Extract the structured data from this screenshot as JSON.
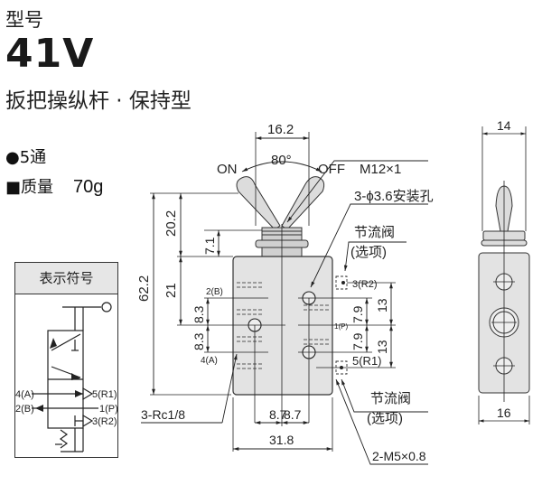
{
  "header": {
    "type_label": "型号",
    "model": "41V",
    "subtitle": "扳把操纵杆 · 保持型"
  },
  "specs": {
    "ports_bullet": "●",
    "ports": "5通",
    "mass_bullet": "■",
    "mass_label": "质量",
    "mass_value": "70g"
  },
  "symbol_panel": {
    "title": "表示符号",
    "ports": {
      "a": "4(A)",
      "b": "2(B)",
      "r1": "5(R1)",
      "p": "1(P)",
      "r2": "3(R2)"
    }
  },
  "front_view": {
    "dims": {
      "lever_span": "16.2",
      "angle": "80°",
      "height_total": "62.2",
      "lever_height": "20.2",
      "nut_height": "7.1",
      "body_upper": "21",
      "port_pitch_1": "8.3",
      "port_pitch_2": "8.3",
      "hole_offset_1": "8.7",
      "hole_offset_2": "8.7",
      "body_width": "31.8",
      "right_pitch_1": "7.9",
      "right_pitch_2": "7.9",
      "right_span_1": "13",
      "right_span_2": "13"
    },
    "labels": {
      "on": "ON",
      "off": "OFF",
      "thread": "M12×1",
      "mount_holes": "3-ϕ3.6安装孔",
      "throttle_top": "节流阀",
      "throttle_top_opt": "(选项)",
      "throttle_bottom": "节流阀",
      "throttle_bottom_opt": "(选项)",
      "port_b": "2(B)",
      "port_a": "4(A)",
      "port_p": "1(P)",
      "port_r2": "3(R2)",
      "port_r1": "5(R1)",
      "rc_ports": "3-Rc1/8",
      "m5_ports": "2-M5×0.8"
    }
  },
  "side_view": {
    "dims": {
      "top_width": "14",
      "bottom_width": "16"
    }
  },
  "colors": {
    "body_fill": "#e3e3e3",
    "line": "#222222",
    "header_fill": "#e6e6e6"
  }
}
